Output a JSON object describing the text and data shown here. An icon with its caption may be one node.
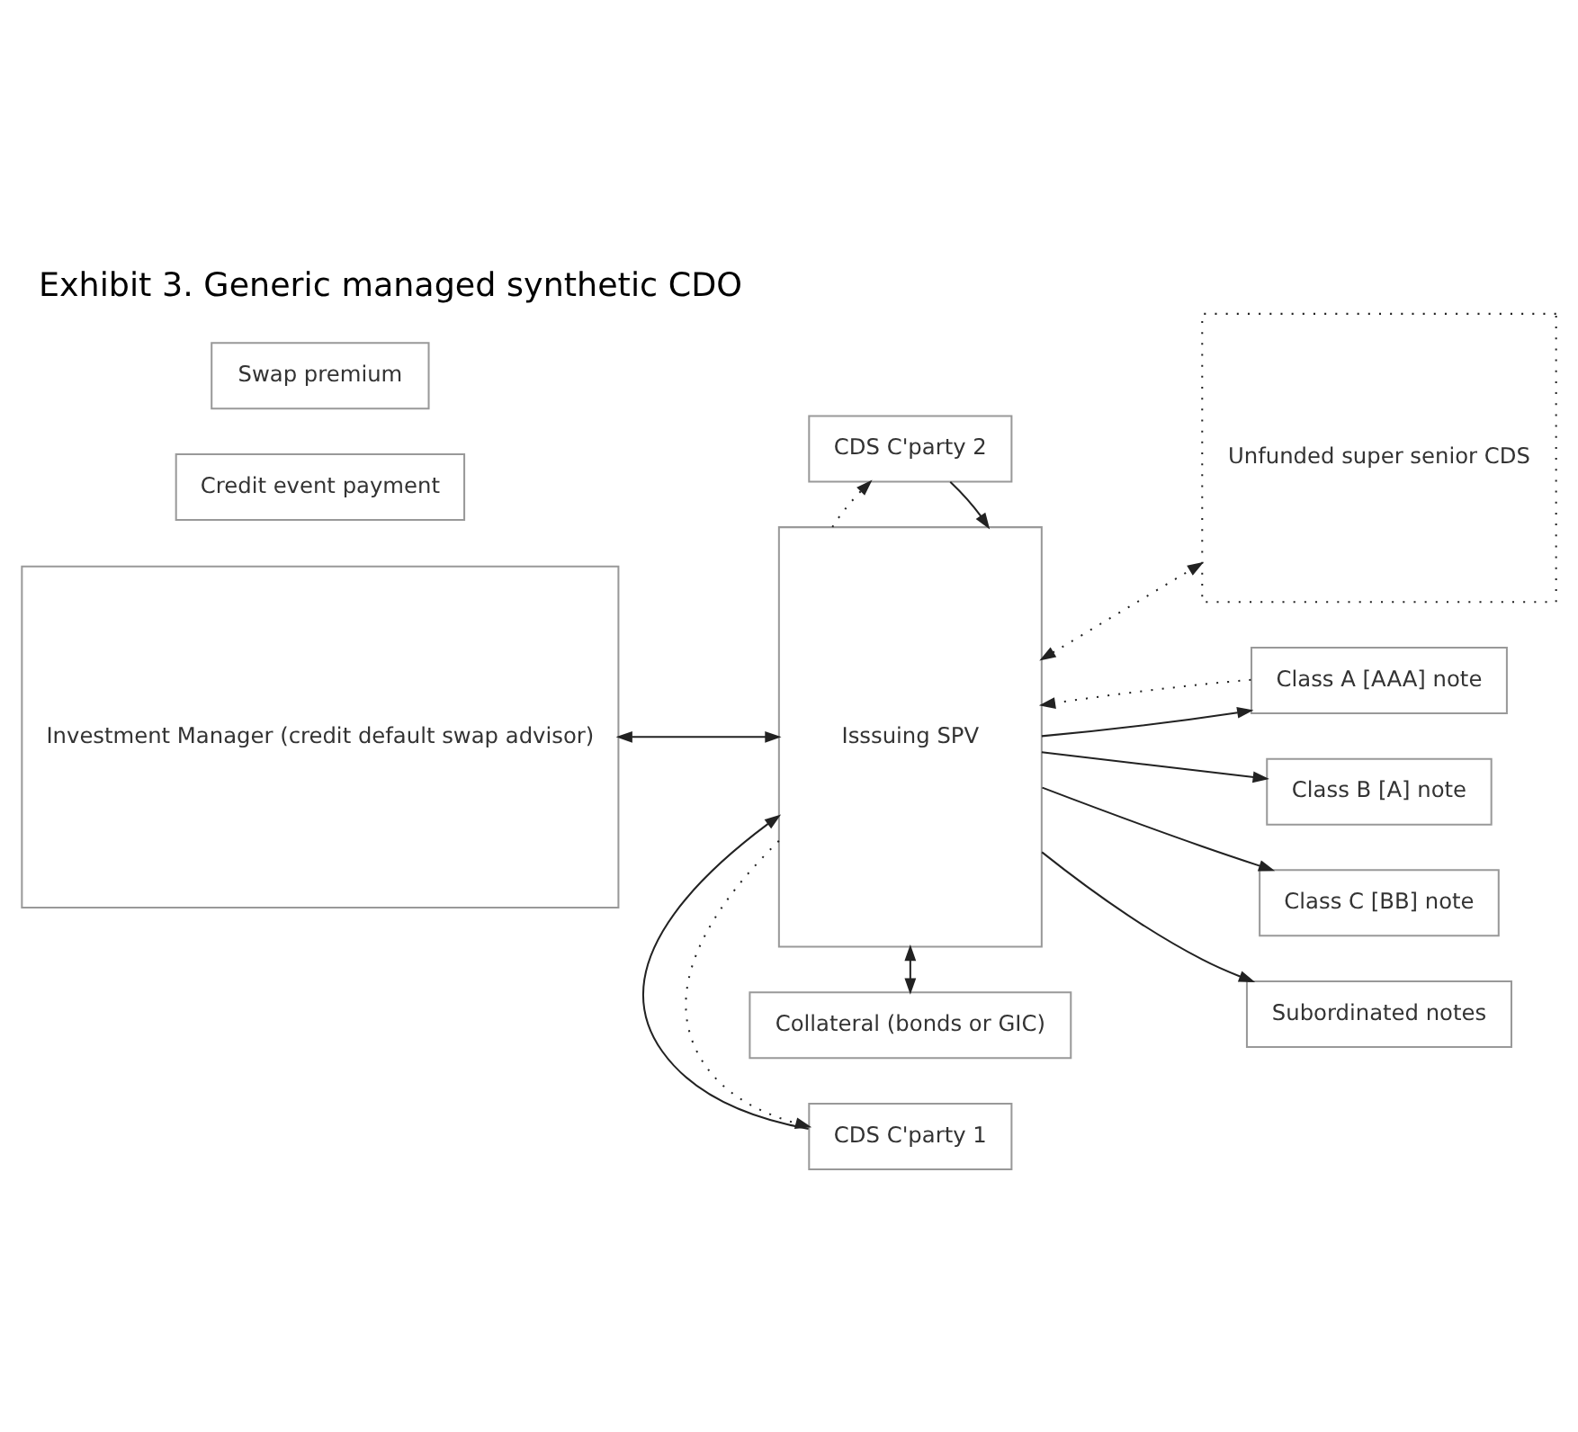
{
  "diagram": {
    "title": "Exhibit 3. Generic managed synthetic CDO",
    "nodes": [
      {
        "text": [
          "Isssuing SPV"
        ]
      },
      {
        "text": [
          "Unfunded super senior CDS"
        ]
      },
      {
        "text": [
          "Investment Manager (credit default swap advisor)"
        ]
      },
      {
        "text": [
          "Credit event payment"
        ]
      },
      {
        "text": [
          "Swap premium"
        ]
      },
      {
        "text": [
          "Class A [AAA] note"
        ]
      },
      {
        "text": [
          "Class B [A] note"
        ]
      },
      {
        "text": [
          "Class C [BB] note"
        ]
      },
      {
        "text": [
          "Subordinated notes"
        ]
      },
      {
        "text": [
          "CDS C'party 1"
        ]
      },
      {
        "text": [
          "CDS C'party 2"
        ]
      },
      {
        "text": [
          "Collateral (bonds or GIC)"
        ]
      }
    ],
    "edges": [
      {
        "from": 0,
        "to": 1,
        "arrow": "both",
        "style": "dashed"
      },
      {
        "from": 2,
        "to": 0,
        "arrow": "both"
      },
      {
        "from": 0,
        "to": 5,
        "arrow": "to"
      },
      {
        "from": 0,
        "to": 6,
        "arrow": "to"
      },
      {
        "from": 0,
        "to": 7,
        "arrow": "to"
      },
      {
        "from": 0,
        "to": 8,
        "arrow": "to"
      },
      {
        "from": 5,
        "to": 0,
        "arrow": "to",
        "style": "dashed"
      },
      {
        "from": 0,
        "to": 11,
        "arrow": "both"
      },
      {
        "from": 0,
        "to": 9,
        "arrow": "to",
        "style": "dashed"
      },
      {
        "from": 9,
        "to": 0,
        "arrow": "to"
      },
      {
        "from": 10,
        "to": 0,
        "arrow": "to"
      },
      {
        "from": 0,
        "to": 10,
        "arrow": "to",
        "style": "dashed"
      }
    ]
  }
}
